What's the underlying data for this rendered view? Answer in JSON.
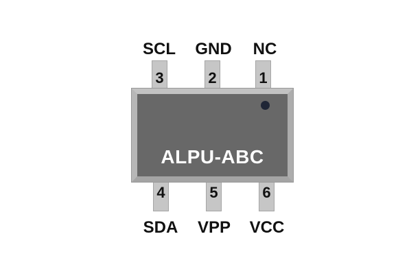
{
  "chip": {
    "label": "ALPU-ABC",
    "colors": {
      "body": "#686868",
      "frame": "#b5b5b5",
      "pin_fill": "#c6c6c6",
      "pin_border": "#a5a5a5",
      "pin1_dot": "#1f2636",
      "pin_text": "#111111",
      "chip_label_text": "#ffffff",
      "background": "#ffffff"
    }
  },
  "pins": {
    "top": [
      {
        "number": "3",
        "label": "SCL"
      },
      {
        "number": "2",
        "label": "GND"
      },
      {
        "number": "1",
        "label": "NC"
      }
    ],
    "bottom": [
      {
        "number": "4",
        "label": "SDA"
      },
      {
        "number": "5",
        "label": "VPP"
      },
      {
        "number": "6",
        "label": "VCC"
      }
    ]
  }
}
